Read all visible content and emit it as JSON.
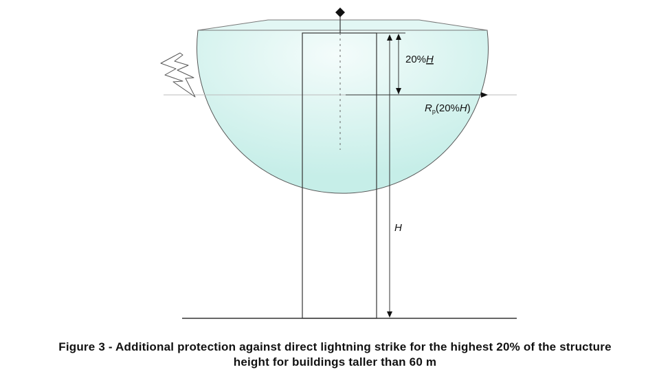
{
  "diagram": {
    "labels": {
      "top_height": "20%",
      "top_height_var": "H",
      "radius_var": "R",
      "radius_sub": "p",
      "radius_arg_open": "(20%",
      "radius_arg_var": "H",
      "radius_arg_close": ")",
      "height_var": "H"
    },
    "colors": {
      "sphere_fill": "#d4f3ef",
      "sphere_center": "#f4fcfb",
      "stroke": "#333333"
    },
    "icons": [
      "lightning-icon",
      "air-terminal-icon"
    ]
  },
  "caption": {
    "line1": "Figure 3 - Additional protection against direct lightning strike for the highest 20% of the structure",
    "line2": "height for buildings taller than 60 m"
  }
}
